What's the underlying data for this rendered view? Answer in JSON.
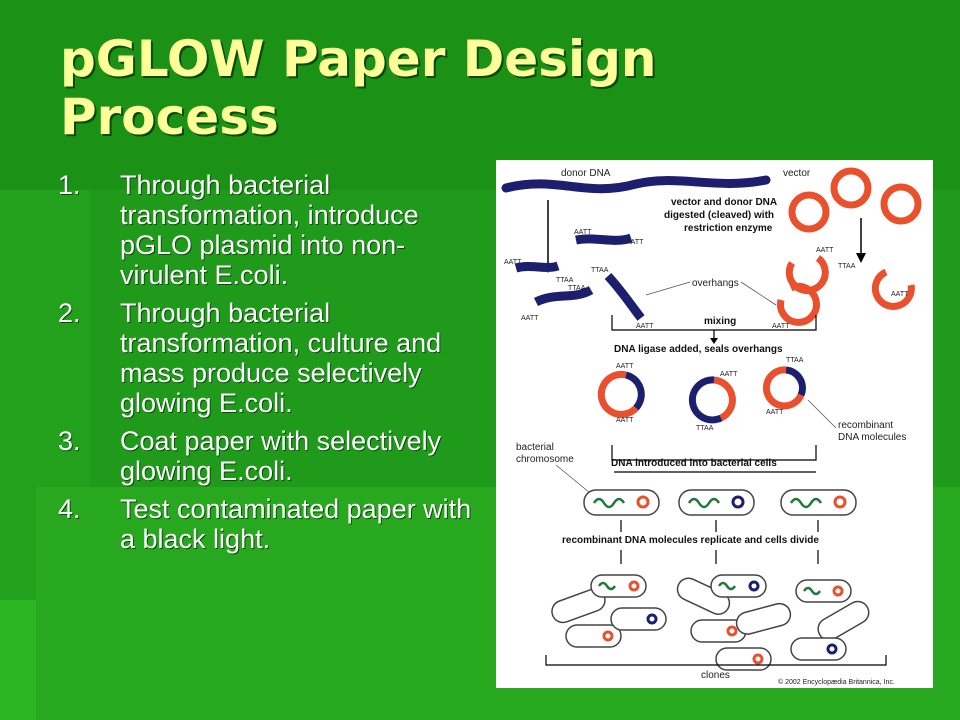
{
  "slide": {
    "title": "pGLOW Paper Design Process",
    "steps": [
      {
        "num": "1.",
        "text": "Through bacterial transformation, introduce pGLO plasmid into non-virulent E.coli."
      },
      {
        "num": "2.",
        "text": "Through bacterial transformation, culture and mass produce selectively glowing E.coli."
      },
      {
        "num": "3.",
        "text": "Coat paper with selectively glowing E.coli."
      },
      {
        "num": "4.",
        "text": "Test contaminated paper with a black light."
      }
    ]
  },
  "figure": {
    "labels": {
      "donor_dna": "donor DNA",
      "vector": "vector",
      "digest_line1": "vector and donor DNA",
      "digest_line2": "digested (cleaved) with",
      "digest_line3": "restriction enzyme",
      "overhangs": "overhangs",
      "mixing": "mixing",
      "ligase": "DNA ligase added, seals overhangs",
      "recombinant_line1": "recombinant",
      "recombinant_line2": "DNA molecules",
      "bacterial_line1": "bacterial",
      "bacterial_line2": "chromosome",
      "introduced": "DNA introduced into bacterial cells",
      "replicate": "recombinant DNA molecules replicate and cells divide",
      "clones": "clones",
      "copyright": "© 2002 Encyclopædia Britannica, Inc."
    },
    "sticky_ends": {
      "aatt": "AATT",
      "ttaa": "TTAA"
    },
    "colors": {
      "donor_dna": "#1b1f6e",
      "vector": "#e8502e",
      "chromosome": "#1f7a3a"
    }
  }
}
